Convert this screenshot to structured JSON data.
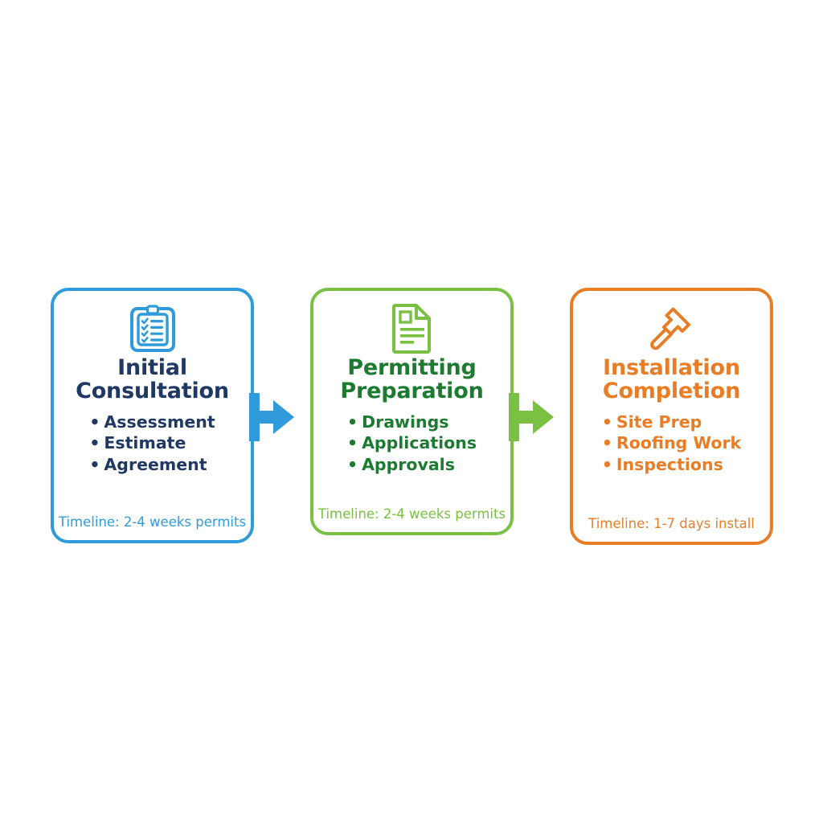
{
  "diagram": {
    "type": "process-flow",
    "orientation": "horizontal",
    "background": "#ffffff",
    "steps": [
      {
        "id": "step-1",
        "icon": "clipboard-checklist-icon",
        "title_line_1": "Initial",
        "title_line_2": "Consultation",
        "title_color": "#1F3864",
        "accent_color": "#2F9BDB",
        "bullets": [
          "Assessment",
          "Estimate",
          "Agreement"
        ],
        "timeline": "Timeline: 2-4 weeks permits"
      },
      {
        "id": "step-2",
        "icon": "document-lines-icon",
        "title_line_1": "Permitting",
        "title_line_2": "Preparation",
        "title_color": "#1C7A31",
        "accent_color": "#79C043",
        "bullets": [
          "Drawings",
          "Applications",
          "Approvals"
        ],
        "timeline": "Timeline: 2-4 weeks permits"
      },
      {
        "id": "step-3",
        "icon": "hammer-icon",
        "title_line_1": "Installation",
        "title_line_2": "Completion",
        "title_color": "#E87D26",
        "accent_color": "#E87D26",
        "bullets": [
          "Site Prep",
          "Roofing Work",
          "Inspections"
        ],
        "timeline": "Timeline: 1-7 days install"
      }
    ],
    "connectors": [
      {
        "id": "connector-1",
        "icon": "arrow-right-icon",
        "color": "#2F9BDB",
        "from": "step-1",
        "to": "step-2"
      },
      {
        "id": "connector-2",
        "icon": "arrow-right-icon",
        "color": "#79C043",
        "from": "step-2",
        "to": "step-3"
      }
    ],
    "bullet_glyph": "•"
  }
}
